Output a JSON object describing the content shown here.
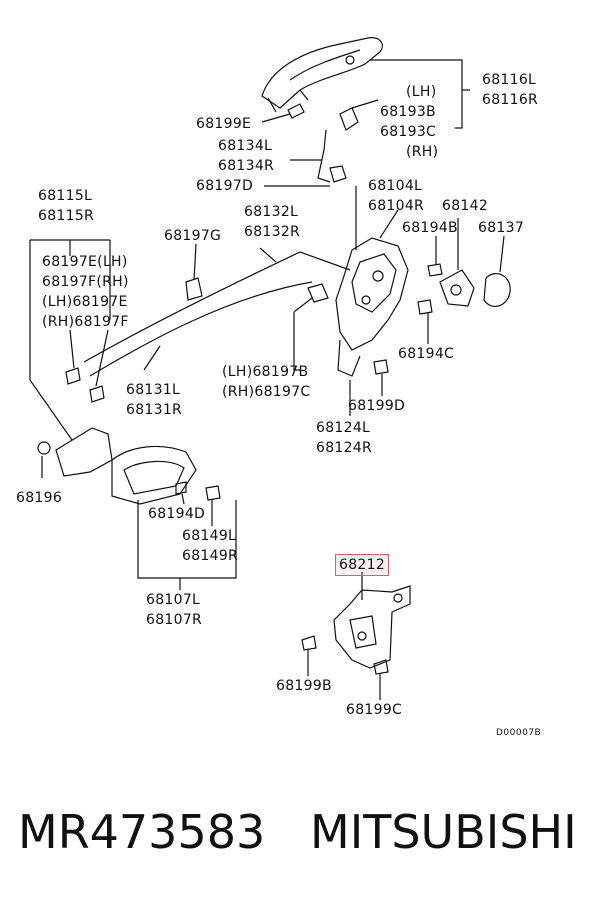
{
  "labels": {
    "l68116": [
      "68116L",
      "68116R"
    ],
    "l68193": [
      "(LH)",
      "68193B",
      "68193C",
      "(RH)"
    ],
    "l68199E": "68199E",
    "l68134": [
      "68134L",
      "68134R"
    ],
    "l68197D": "68197D",
    "l68104": [
      "68104L",
      "68104R"
    ],
    "l68142": "68142",
    "l68137": "68137",
    "l68194B": "68194B",
    "l68115": [
      "68115L",
      "68115R"
    ],
    "l68132": [
      "68132L",
      "68132R"
    ],
    "l68197G": "68197G",
    "l68197EF": [
      "68197E(LH)",
      "68197F(RH)",
      "(LH)68197E",
      "(RH)68197F"
    ],
    "l68194C": "68194C",
    "l68131": [
      "68131L",
      "68131R"
    ],
    "l68197BC": [
      "(LH)68197B",
      "(RH)68197C"
    ],
    "l68199D": "68199D",
    "l68124": [
      "68124L",
      "68124R"
    ],
    "l68196": "68196",
    "l68194D": "68194D",
    "l68149": [
      "68149L",
      "68149R"
    ],
    "l68107": [
      "68107L",
      "68107R"
    ],
    "l68212": "68212",
    "l68199B": "68199B",
    "l68199C": "68199C"
  },
  "diagram_code": "D00007B",
  "footer": {
    "part_number": "MR473583",
    "brand": "MITSUBISHI"
  }
}
